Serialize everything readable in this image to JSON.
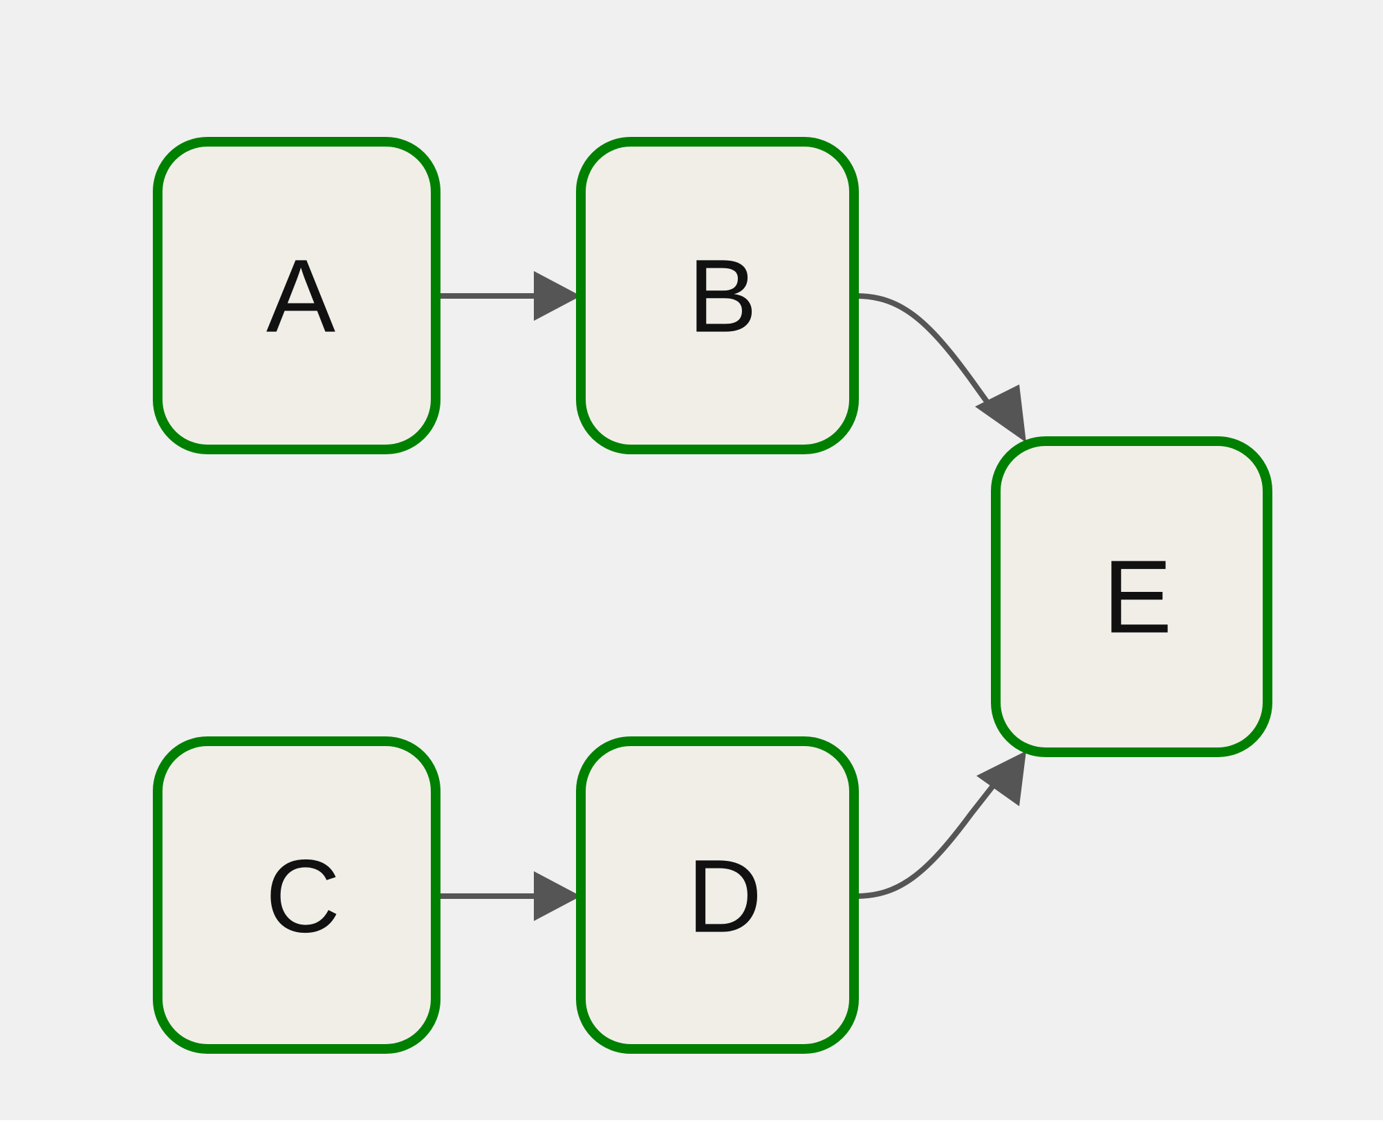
{
  "diagram": {
    "nodes": [
      {
        "id": "A",
        "label": "A"
      },
      {
        "id": "B",
        "label": "B"
      },
      {
        "id": "C",
        "label": "C"
      },
      {
        "id": "D",
        "label": "D"
      },
      {
        "id": "E",
        "label": "E"
      }
    ],
    "edges": [
      {
        "from": "A",
        "to": "B"
      },
      {
        "from": "B",
        "to": "E"
      },
      {
        "from": "C",
        "to": "D"
      },
      {
        "from": "D",
        "to": "E"
      }
    ],
    "colors": {
      "background": "#f0f0f0",
      "node_fill": "#f1eee8",
      "node_border": "#008000",
      "edge": "#555555",
      "label": "#111111"
    }
  }
}
